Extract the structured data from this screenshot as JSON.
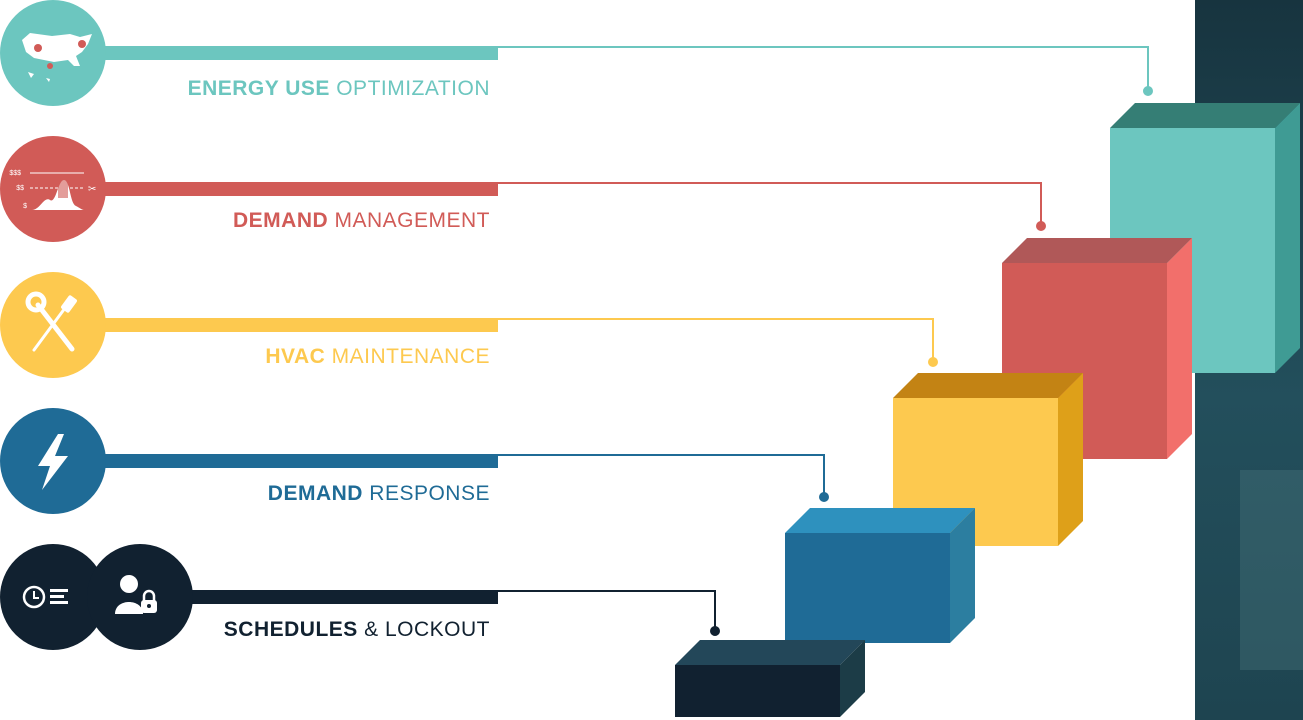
{
  "items": [
    {
      "bold": "ENERGY USE",
      "rest": " OPTIMIZATION",
      "color": "#6cc6bf",
      "icon": "us-map-icon"
    },
    {
      "bold": "DEMAND",
      "rest": " MANAGEMENT",
      "color": "#d15b57",
      "icon": "demand-peak-chart-icon",
      "icon_labels": [
        "$$$",
        "$$",
        "$"
      ]
    },
    {
      "bold": "HVAC",
      "rest": " MAINTENANCE",
      "color": "#fdc94f",
      "icon": "wrench-screwdriver-icon"
    },
    {
      "bold": "DEMAND",
      "rest": " RESPONSE",
      "color": "#1f6b96",
      "icon": "lightning-bolt-icon"
    },
    {
      "bold": "SCHEDULES",
      "rest": " & LOCKOUT",
      "color": "#112130",
      "icon": "clock-schedule-icon",
      "icon2": "user-lock-icon"
    }
  ],
  "steps": [
    {
      "name": "schedules-step",
      "front": "#112130",
      "top": "#234759",
      "side": "#1c3c47"
    },
    {
      "name": "demand-response-step",
      "front": "#1f6b96",
      "top": "#2e91be",
      "side": "#2c7ea0"
    },
    {
      "name": "hvac-step",
      "front": "#fdc94f",
      "top": "#c38314",
      "side": "#dea019"
    },
    {
      "name": "demand-management-step",
      "front": "#d15b57",
      "top": "#b05858",
      "side": "#f26f6b"
    },
    {
      "name": "energy-use-step",
      "front": "#6cc6bf",
      "top": "#357e75",
      "side": "#3f9b94"
    }
  ],
  "background_photo_colors": [
    "#17343f",
    "#234f5c",
    "#1e4450"
  ]
}
